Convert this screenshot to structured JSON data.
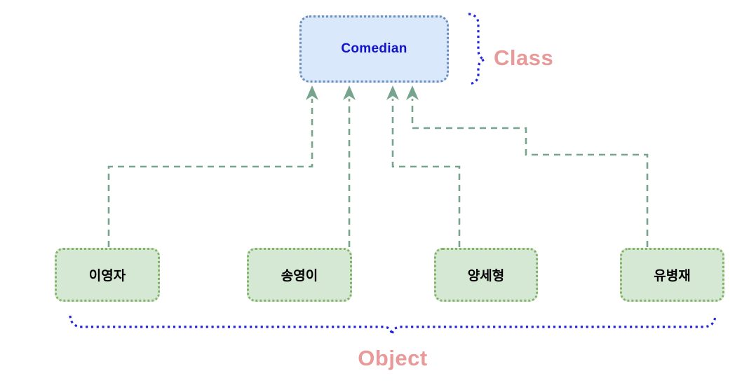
{
  "diagram": {
    "title_concept": "Class and Object diagram",
    "class_box": {
      "label": "Comedian"
    },
    "object_boxes": [
      {
        "label": "이영자"
      },
      {
        "label": "송영이"
      },
      {
        "label": "양세형"
      },
      {
        "label": "유병재"
      }
    ],
    "edges": [
      {
        "from": "이영자",
        "to": "Comedian",
        "style": "dashed-arrow"
      },
      {
        "from": "송영이",
        "to": "Comedian",
        "style": "dashed-arrow"
      },
      {
        "from": "양세형",
        "to": "Comedian",
        "style": "dashed-arrow"
      },
      {
        "from": "유병재",
        "to": "Comedian",
        "style": "dashed-arrow"
      }
    ],
    "annotations": {
      "class_label": "Class",
      "object_label": "Object"
    },
    "colors": {
      "class_fill": "#dae8fc",
      "class_border": "#6c8ebf",
      "class_text": "#1212cc",
      "object_fill": "#d5e8d4",
      "object_border": "#82b366",
      "object_text": "#000000",
      "arrow": "#76a48d",
      "brace": "#2323dd",
      "annotation_text": "#ea9999",
      "canvas_bg": "#ffffff"
    }
  }
}
